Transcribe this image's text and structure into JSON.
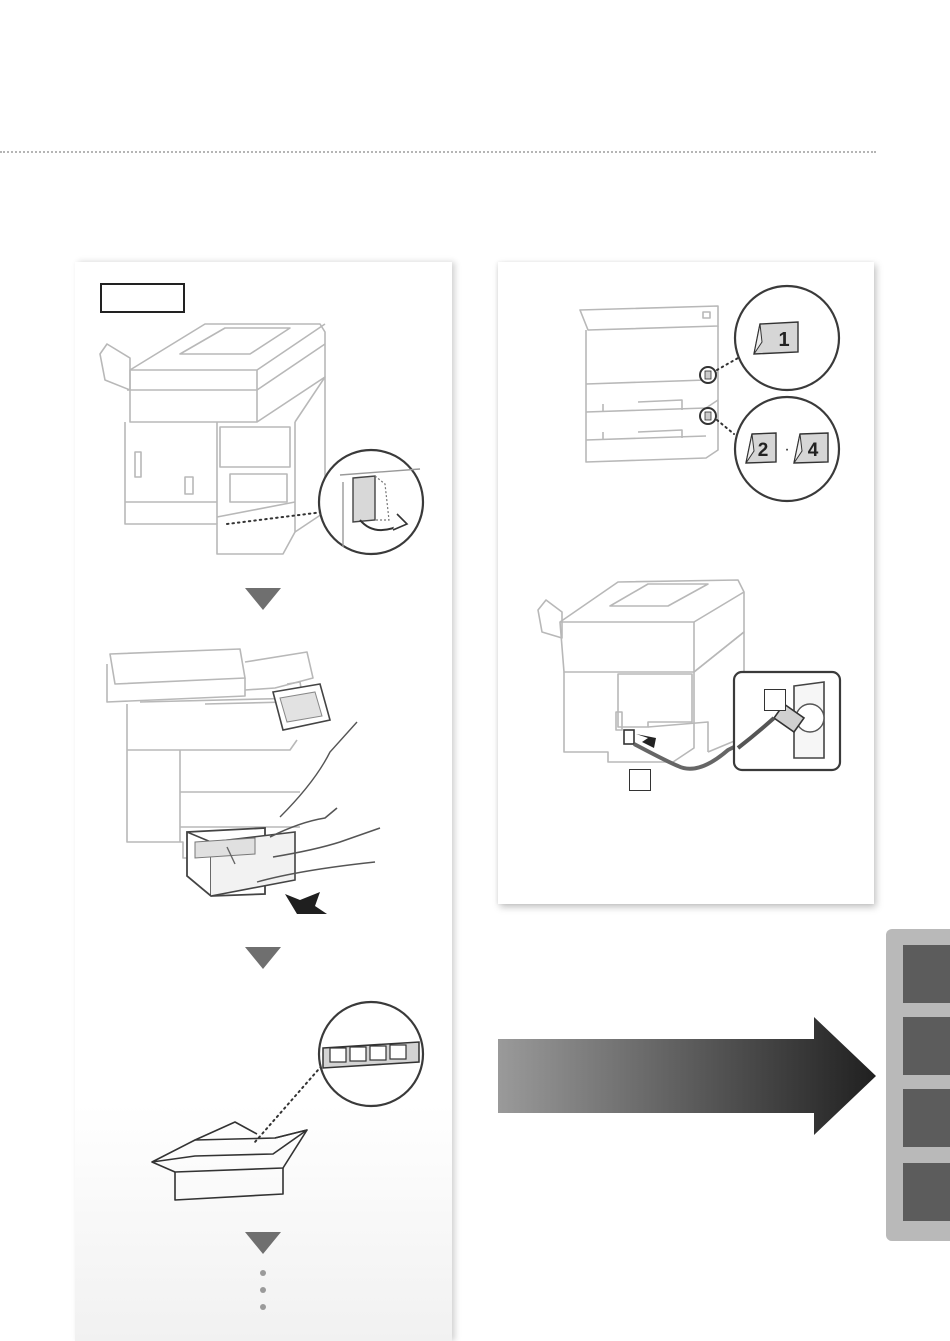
{
  "left_panel": {
    "label": "",
    "step_dots": 3
  },
  "right_panel": {
    "tray_callouts": [
      {
        "number": "1"
      },
      {
        "numbers": [
          "2",
          "4"
        ],
        "separator": "·"
      }
    ],
    "power_steps": [
      "",
      ""
    ]
  },
  "next_arrow": {
    "label": ""
  },
  "side_tabs": [
    "",
    "",
    "",
    ""
  ],
  "colors": {
    "line": "#b8b8b8",
    "dark": "#3a3a3a",
    "triangle": "#6f6f6f",
    "tab_bg": "#b9b9b9",
    "tab": "#5c5c5c"
  },
  "icons": [
    "down-triangle-icon",
    "finger-label-icon",
    "power-plug-icon",
    "box-icon",
    "right-arrow-icon"
  ]
}
